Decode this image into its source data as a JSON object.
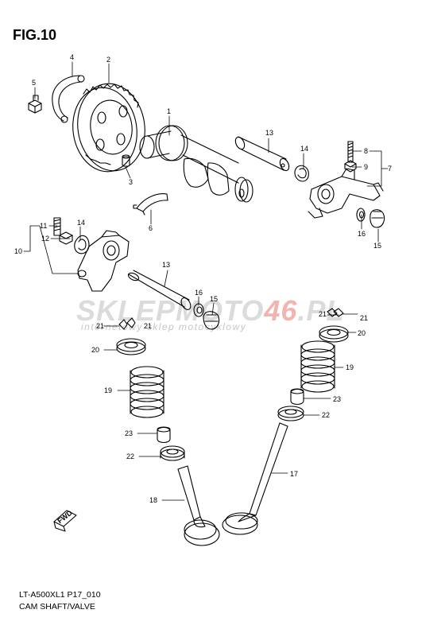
{
  "figure": {
    "title": "FIG.10",
    "model_code": "LT-A500XL1 P17_010",
    "section_name": "CAM SHAFT/VALVE"
  },
  "watermark": {
    "brand_part1": "SKLEP",
    "brand_part2": "MOTO",
    "brand_number": "46",
    "brand_suffix": ".PL",
    "tagline": "internetowy sklep motocyklowy"
  },
  "direction_marker": "FWD",
  "callouts": {
    "c1": "1",
    "c2": "2",
    "c3": "3",
    "c4": "4",
    "c5": "5",
    "c6": "6",
    "c7": "7",
    "c8": "8",
    "c9": "9",
    "c10": "10",
    "c11": "11",
    "c12": "12",
    "c13a": "13",
    "c13b": "13",
    "c14a": "14",
    "c14b": "14",
    "c15a": "15",
    "c15b": "15",
    "c16a": "16",
    "c16b": "16",
    "c17": "17",
    "c18": "18",
    "c19a": "19",
    "c19b": "19",
    "c20a": "20",
    "c20b": "20",
    "c21a": "21",
    "c21b": "21",
    "c21c": "21",
    "c21d": "21",
    "c22a": "22",
    "c22b": "22",
    "c23a": "23",
    "c23b": "23"
  }
}
